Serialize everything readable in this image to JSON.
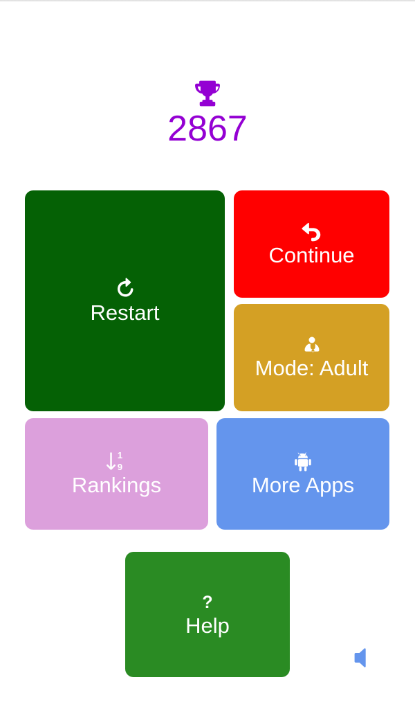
{
  "screen": {
    "name": "game-menu-overlay",
    "background_color": "#ffffff"
  },
  "score": {
    "icon": "trophy-icon",
    "value": "2867",
    "color": "#9400d3"
  },
  "buttons": [
    {
      "id": "restart",
      "label": "Restart",
      "icon": "rotate-right-icon",
      "color": "#056105",
      "text_color": "#ffffff"
    },
    {
      "id": "continue",
      "label": "Continue",
      "icon": "undo-arrow-icon",
      "color": "#ff0000",
      "text_color": "#ffffff"
    },
    {
      "id": "mode",
      "label": "Mode: Adult",
      "icon": "doctor-icon",
      "color": "#d4a024",
      "text_color": "#ffffff",
      "mode_value": "Adult"
    },
    {
      "id": "rankings",
      "label": "Rankings",
      "icon": "sort-numeric-down-icon",
      "color": "#dca0dc",
      "text_color": "#ffffff",
      "icon_digits": [
        "1",
        "9"
      ]
    },
    {
      "id": "more-apps",
      "label": "More Apps",
      "icon": "android-robot-icon",
      "color": "#6495ed",
      "text_color": "#ffffff"
    },
    {
      "id": "help",
      "label": "Help",
      "icon": "question-mark-icon",
      "color": "#2a8b23",
      "text_color": "#ffffff"
    }
  ],
  "sound_toggle": {
    "icon": "speaker-muted-icon",
    "color": "#6495ed",
    "state": "off"
  }
}
